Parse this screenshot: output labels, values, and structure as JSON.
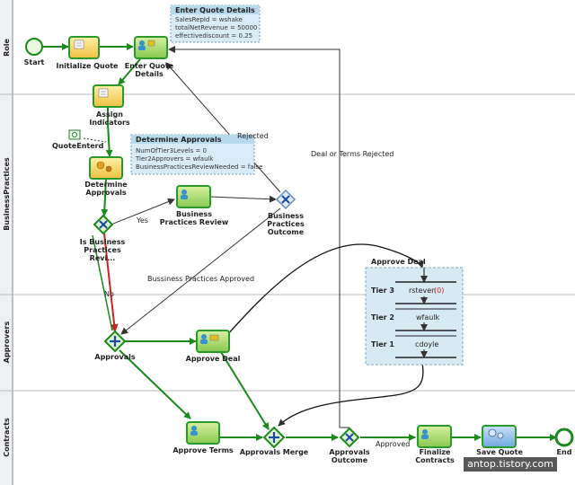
{
  "lanes": [
    "Role",
    "BusinessPractices",
    "Approvers",
    "Contracts"
  ],
  "nodes": {
    "start": "Start",
    "initialize_quote": "Initialize Quote",
    "enter_quote_details_1": "Enter Quote",
    "enter_quote_details_2": "Details",
    "assign_indicators_1": "Assign",
    "assign_indicators_2": "Indicators",
    "quote_enterd": "QuoteEnterd",
    "determine_approvals_1": "Determine",
    "determine_approvals_2": "Approvals",
    "is_business_1": "Is Business",
    "is_business_2": "Practices",
    "is_business_3": "Revi...",
    "business_practices_review_1": "Business",
    "business_practices_review_2": "Practices Review",
    "business_practices_outcome_1": "Business",
    "business_practices_outcome_2": "Practices",
    "business_practices_outcome_3": "Outcome",
    "approvals": "Approvals",
    "approve_deal": "Approve Deal",
    "approve_terms": "Approve Terms",
    "approvals_merge": "Approvals Merge",
    "approvals_outcome_1": "Approvals",
    "approvals_outcome_2": "Outcome",
    "finalize_contracts_1": "Finalize",
    "finalize_contracts_2": "Contracts",
    "save_quote": "Save Quote",
    "end": "End"
  },
  "edges": {
    "yes": "Yes",
    "no": "No",
    "rejected": "Rejected",
    "deal_or_terms_rejected": "Deal or Terms Rejected",
    "business_practices_approved": "Bussiness Practices Approved",
    "approved": "Approved"
  },
  "callout_enter_quote": {
    "title": "Enter Quote Details",
    "lines": [
      "SalesRepId = wshake",
      "totalNetRevenue  = 50000",
      "effectivediscount  = 0.25"
    ]
  },
  "callout_determine": {
    "title": "Determine Approvals",
    "lines": [
      "NumOfTier3Levels  = 0",
      "Tier2Approvers  = wfaulk",
      "BusinessPracticesReviewNeeded  = false"
    ]
  },
  "approve_deal_panel": {
    "title": "Approve Deal",
    "tiers": [
      {
        "tier": "Tier 3",
        "approver": "rsteven",
        "count": "(0)"
      },
      {
        "tier": "Tier 2",
        "approver": "wfaulk",
        "count": ""
      },
      {
        "tier": "Tier 1",
        "approver": "cdoyle",
        "count": ""
      }
    ]
  },
  "watermark": "antop.tistory.com"
}
